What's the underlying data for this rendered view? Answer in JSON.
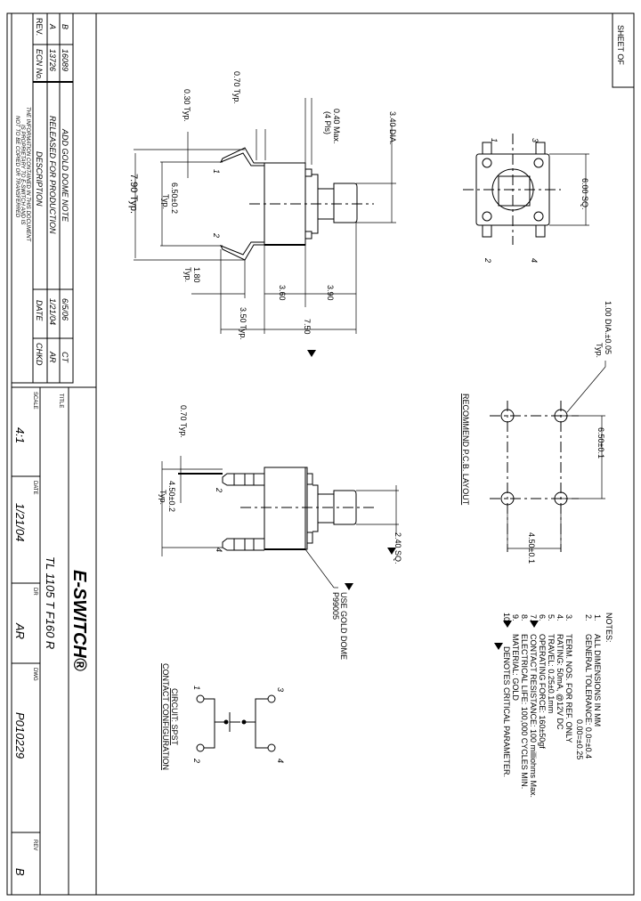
{
  "sheet": {
    "label": "SHEET OF"
  },
  "revisions": {
    "headers": {
      "rev": "REV.",
      "ecn": "ECN No.",
      "description": "DESCRIPTION",
      "date": "DATE",
      "chkd": "CHKD"
    },
    "rows": [
      {
        "rev": "B",
        "ecn": "16089",
        "description": "ADD GOLD DOME NOTE",
        "date": "6/5/06",
        "chkd": "CT"
      },
      {
        "rev": "A",
        "ecn": "13726",
        "description": "RELEASED FOR PRODUCTION",
        "date": "1/21/04",
        "chkd": "AR"
      }
    ],
    "disclaimer": [
      "THE INFORMATION CONTAINED IN THIS DOCUMENT",
      "IS PROPRIETARY TO E-SWITCH AND IS",
      "NOT TO BE COPIED OR TRANSFERRED"
    ]
  },
  "title_block": {
    "logo": "E-SWITCH®",
    "title_label": "TITLE",
    "title": "TL 1105 T F160 R",
    "scale_label": "SCALE",
    "scale": "4:1",
    "date_label": "DATE",
    "date": "1/21/04",
    "dr_label": "DR",
    "dr": "AR",
    "dwg_label": "DWG",
    "dwg": "P010229",
    "rev_label": "REV",
    "rev": "B"
  },
  "side_view": {
    "dims": {
      "d070": "0.70 Typ.",
      "d030": "0.30 Typ.",
      "d040a": "0.40 Max.",
      "d040b": "(4 Pls)",
      "d340": "3.40 DIA.",
      "d650a": "6.50±0.2",
      "d650b": "Typ.",
      "d790": "7.90 Typ.",
      "d180a": "1.80",
      "d180b": "Typ.",
      "d360": "3.60",
      "d390": "3.90",
      "d350": "3.50 Typ.",
      "d750": "7.50"
    },
    "pins": [
      "1",
      "2"
    ]
  },
  "front_view": {
    "dims": {
      "d070": "0.70 Typ.",
      "d450a": "4.50±0.2",
      "d450b": "Typ.",
      "d240": "2.40 SQ."
    },
    "pins": [
      "2",
      "4"
    ],
    "dome_note": [
      "USE GOLD DOME",
      "P99005"
    ]
  },
  "top_view": {
    "pins": [
      "1",
      "3",
      "2",
      "4"
    ],
    "dim": "6.00 SQ."
  },
  "pcb_layout": {
    "title": "RECOMMEND P.C.B. LAYOUT",
    "hole": [
      "1.00 DIA.±0.05",
      "Typ."
    ],
    "d650": "6.50±0.1",
    "d450": "4.50±0.1"
  },
  "circuit": {
    "title": "CIRCUIT: SPST",
    "subtitle": "CONTACT CONFIGURATION",
    "pins": [
      "1",
      "2",
      "3",
      "4"
    ]
  },
  "notes": {
    "title": "NOTES:",
    "items": [
      {
        "num": "1.",
        "text": "ALL DIMENSIONS IN MM",
        "critical": false
      },
      {
        "num": "2.",
        "text": "GENERAL TOLERANCE: 0.0=±0.4",
        "critical": false
      },
      {
        "num": "",
        "text": "0.00=±0.25",
        "critical": false
      },
      {
        "num": "3.",
        "text": "TERM. NOS. FOR REF. ONLY",
        "critical": false
      },
      {
        "num": "4.",
        "text": "RATING: 50mA, @12V DC",
        "critical": false
      },
      {
        "num": "5.",
        "text": "TRAVEL: 0.25±0.1mm",
        "critical": false
      },
      {
        "num": "6.",
        "text": "OPERATING FORCE: 160±50gf",
        "critical": true
      },
      {
        "num": "7.",
        "text": "CONTACT RESISTANCE: 100 milliohms Max.",
        "critical": false
      },
      {
        "num": "8.",
        "text": "ELECTRICAL LIFE: 100,000 CYCLES MIN.",
        "critical": false
      },
      {
        "num": "9.",
        "text": "MATERIAL: GOLD",
        "critical": true
      },
      {
        "num": "10.",
        "text": "DENOTES CRITICAL PARAMETER.",
        "critical": false
      }
    ]
  }
}
